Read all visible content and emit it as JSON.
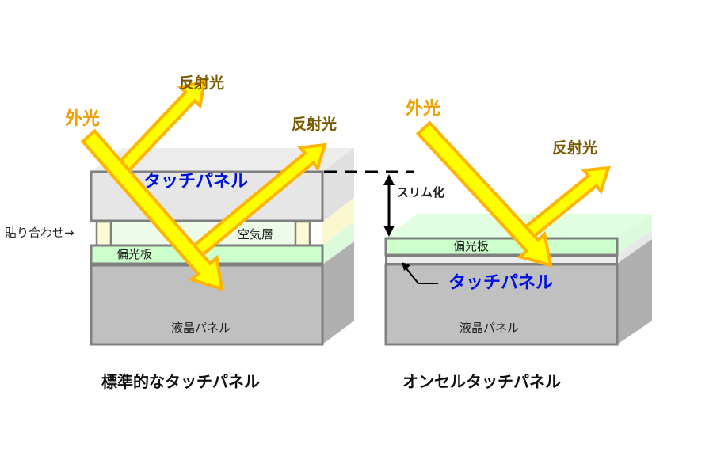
{
  "left_diagram": {
    "external_light": "外光",
    "reflected_1": "反射光",
    "reflected_2": "反射光",
    "touch_panel": "タッチパネル",
    "bonding": "貼り合わせ→",
    "air_layer": "空気層",
    "polarizer": "偏光板",
    "lcd_panel": "液晶パネル",
    "caption": "標準的なタッチパネル"
  },
  "right_diagram": {
    "external_light": "外光",
    "reflected": "反射光",
    "slim": "スリム化",
    "polarizer": "偏光板",
    "touch_panel": "タッチパネル",
    "lcd_panel": "液晶パネル",
    "caption": "オンセルタッチパネル"
  },
  "colors": {
    "arrow_fill": "#ffff00",
    "arrow_stroke": "#ffb400",
    "touch_label": "#0010e0",
    "polarizer": "#ccffcc",
    "lcd": "#c0c0c0"
  }
}
